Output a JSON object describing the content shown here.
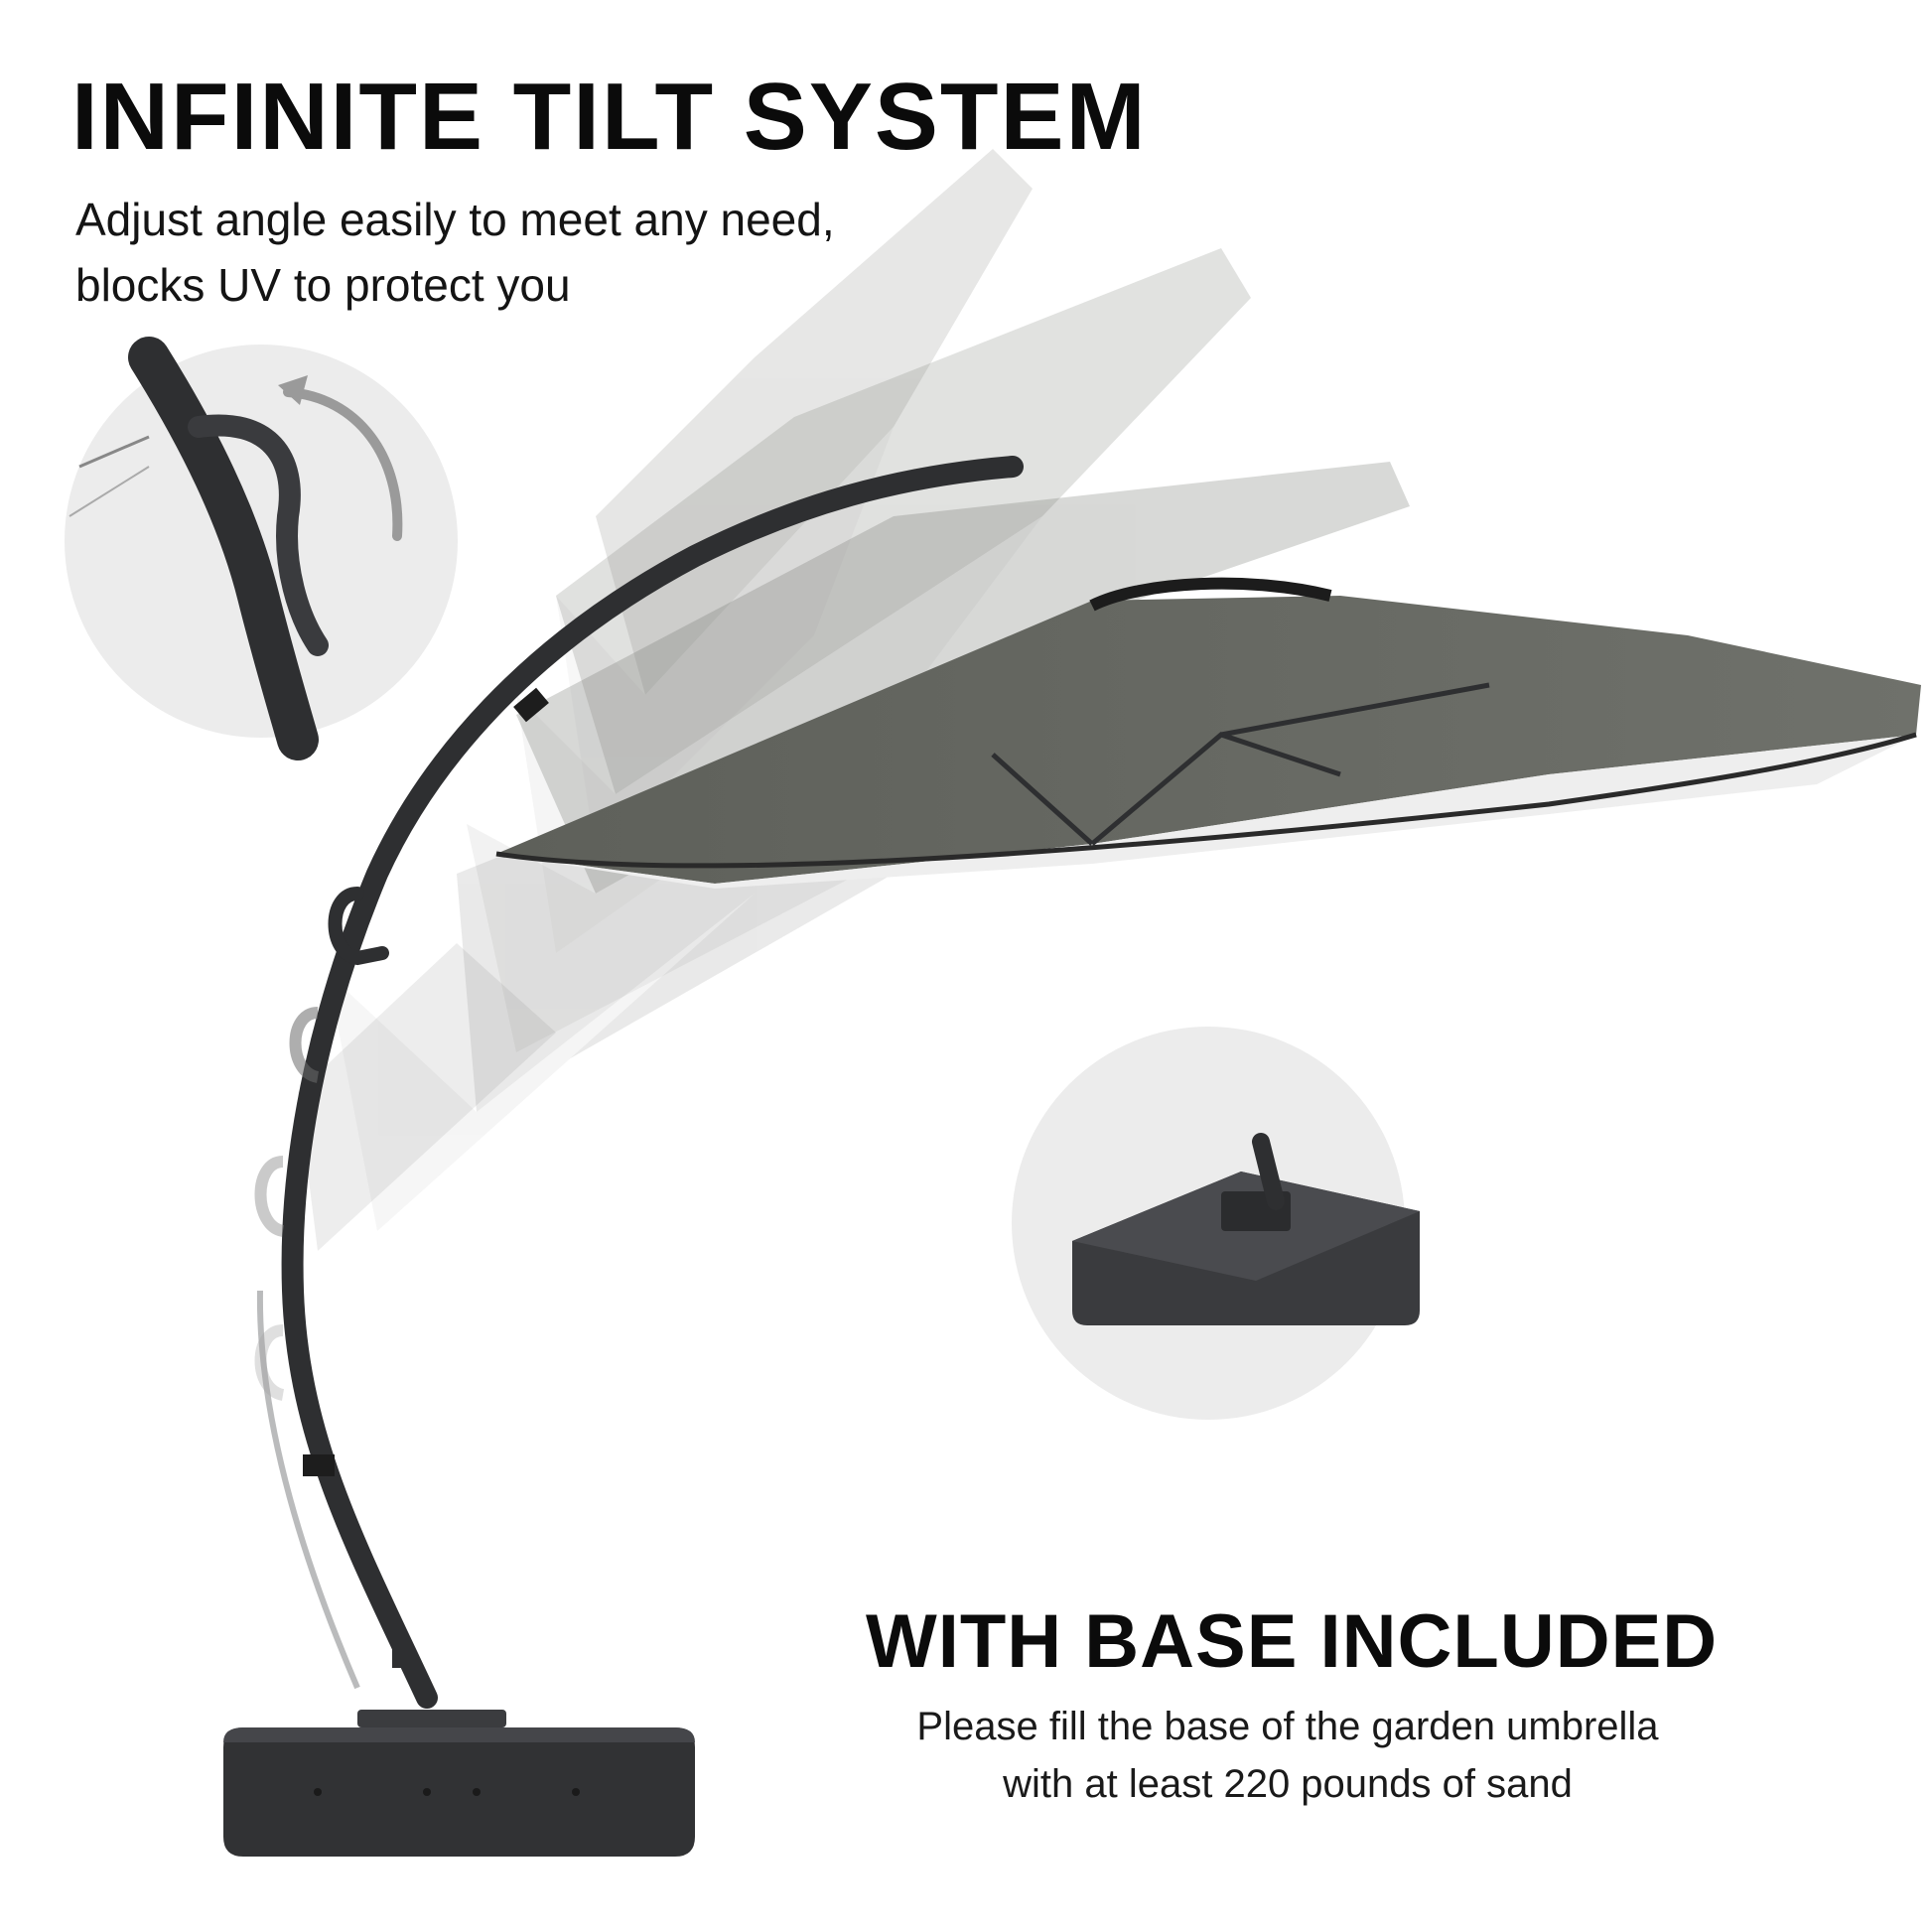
{
  "tilt_section": {
    "title": "INFINITE TILT SYSTEM",
    "description": "Adjust angle easily to meet any need,\nblocks UV to protect you"
  },
  "base_section": {
    "title": "WITH BASE INCLUDED",
    "description": "Please fill the base of the garden umbrella\nwith at least 220 pounds of sand"
  },
  "colors": {
    "canopy": "#6b6d67",
    "frame": "#2e2f31",
    "inset_circle": "#ececec"
  },
  "icons": [
    "tilt-handle-closeup",
    "curved-arrow-icon",
    "base-closeup",
    "cantilever-umbrella"
  ]
}
